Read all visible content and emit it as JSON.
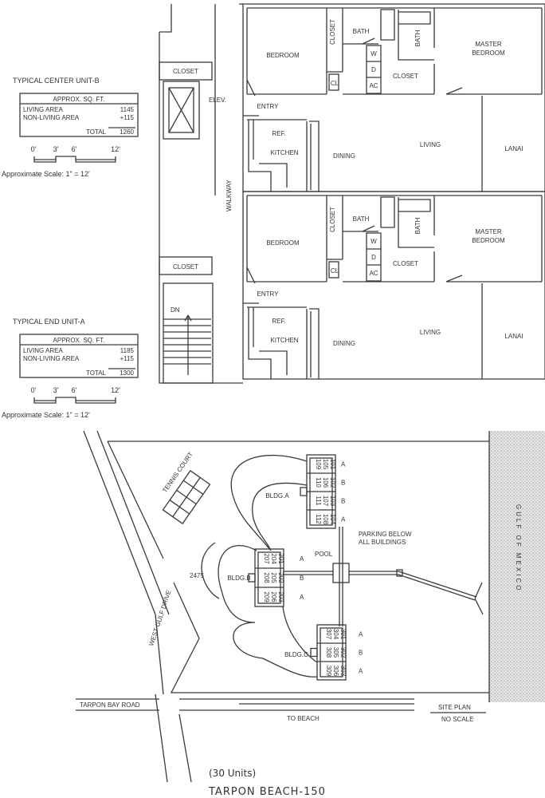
{
  "unit_labels": {
    "bedroom": "BEDROOM",
    "closet": "CLOSET",
    "bath": "BATH",
    "cl": "CL",
    "washer": "W",
    "dryer": "D",
    "ac": "AC",
    "master_1": "MASTER",
    "master_2": "BEDROOM",
    "entry": "ENTRY",
    "ref": "REF.",
    "kitchen": "KITCHEN",
    "dining": "DINING",
    "living": "LIVING",
    "lanai": "LANAI"
  },
  "common": {
    "closet_top": "CLOSET",
    "elevator": "ELEV.",
    "walkway": "WALKWAY",
    "closet_bottom": "CLOSET",
    "stairs_down": "DN"
  },
  "legends": [
    {
      "title": "TYPICAL CENTER UNIT-B",
      "header": "APPROX. SQ. FT.",
      "living_label": "LIVING AREA",
      "living_value": "1145",
      "nonliving_label": "NON-LIVING AREA",
      "nonliving_value": "+115",
      "total_label": "TOTAL",
      "total_value": "1260",
      "scale_ticks": [
        "0'",
        "3'",
        "6'",
        "12'"
      ],
      "scale_text": "Approximate Scale: 1\" = 12'"
    },
    {
      "title": "TYPICAL END UNIT-A",
      "header": "APPROX. SQ. FT.",
      "living_label": "LIVING AREA",
      "living_value": "1185",
      "nonliving_label": "NON-LIVING AREA",
      "nonliving_value": "+115",
      "total_label": "TOTAL",
      "total_value": "1300",
      "scale_ticks": [
        "0'",
        "3'",
        "6'",
        "12'"
      ],
      "scale_text": "Approximate Scale: 1\" = 12'"
    }
  ],
  "site": {
    "tennis": "TENNIS COURT",
    "west_gulf": "WEST GULF DRIVE",
    "address": "2475",
    "parking_1": "PARKING BELOW",
    "parking_2": "ALL BUILDINGS",
    "pool": "POOL",
    "gulf": "GULF OF MEXICO",
    "tarpon_bay": "TARPON BAY ROAD",
    "to_beach": "TO BEACH",
    "site_plan": "SITE PLAN",
    "no_scale": "NO SCALE",
    "buildings": [
      {
        "name": "BLDG.A",
        "strips": [
          [
            "109",
            "105",
            "101"
          ],
          [
            "110",
            "106",
            "102"
          ],
          [
            "111",
            "107",
            "103"
          ],
          [
            "112",
            "108",
            "104"
          ]
        ],
        "types": [
          "A",
          "B",
          "B",
          "A"
        ]
      },
      {
        "name": "BLDG.B",
        "strips": [
          [
            "207",
            "204",
            "201"
          ],
          [
            "208",
            "205",
            "202"
          ],
          [
            "209",
            "206",
            "203"
          ]
        ],
        "types": [
          "A",
          "B",
          "A"
        ]
      },
      {
        "name": "BLDG.C",
        "strips": [
          [
            "307",
            "304",
            "301"
          ],
          [
            "308",
            "305",
            "302"
          ],
          [
            "309",
            "306",
            "303"
          ]
        ],
        "types": [
          "A",
          "B",
          "A"
        ]
      }
    ]
  },
  "footer": {
    "units": "(30 Units)",
    "name": "TARPON BEACH-150"
  }
}
